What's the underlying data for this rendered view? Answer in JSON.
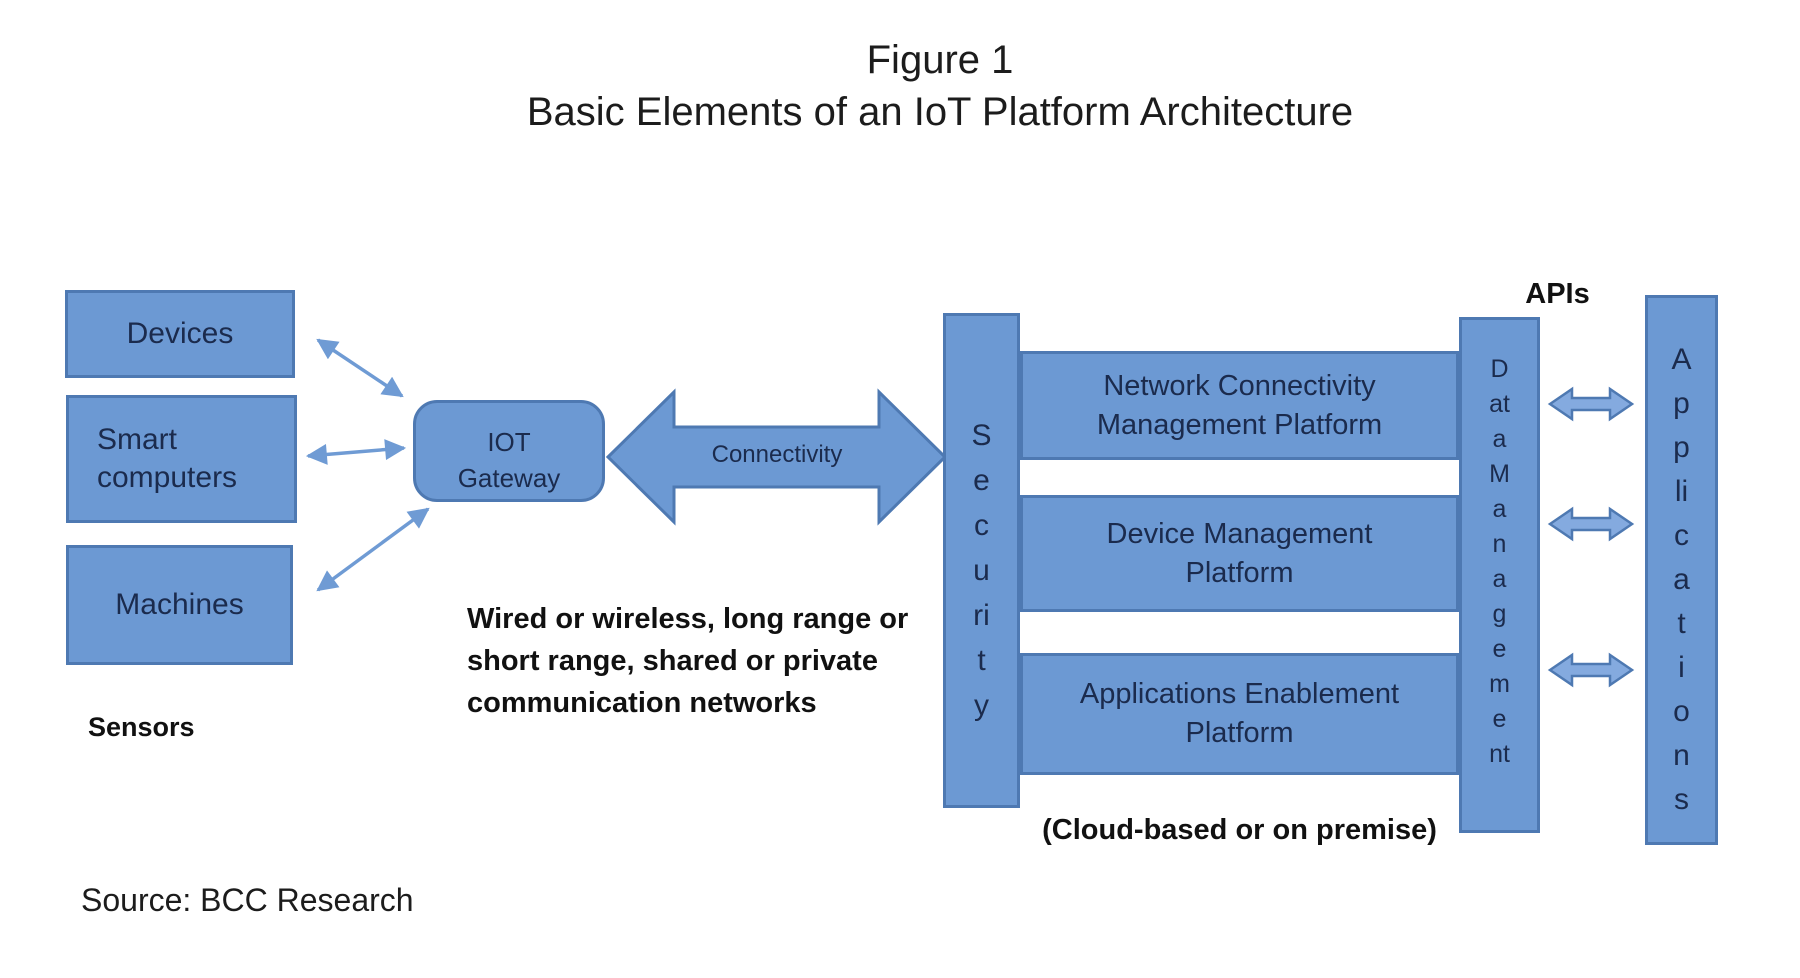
{
  "title": {
    "line1": "Figure 1",
    "line2": "Basic Elements of an IoT Platform Architecture"
  },
  "sensors": {
    "devices_label": "Devices",
    "smart_computers_lines": [
      "Smart",
      "computers"
    ],
    "machines_label": "Machines",
    "caption": "Sensors"
  },
  "gateway": {
    "lines": [
      "IOT",
      "Gateway"
    ]
  },
  "connectivity": {
    "label": "Connectivity",
    "description_lines": [
      "Wired or wireless, long range or",
      "short range, shared or private",
      "communication networks"
    ]
  },
  "security": {
    "word": "Security",
    "lines": [
      "S",
      "e",
      "c",
      "u",
      "ri",
      "t",
      "y"
    ]
  },
  "platforms": {
    "box1_lines": [
      "Network Connectivity",
      "Management Platform"
    ],
    "box2_lines": [
      "Device Management",
      "Platform"
    ],
    "box3_lines": [
      "Applications Enablement",
      "Platform"
    ],
    "caption": "(Cloud-based or on premise)"
  },
  "data_management": {
    "word": "Data Management",
    "lines": [
      "D",
      "at",
      "a",
      "M",
      "a",
      "n",
      "a",
      "g",
      "e",
      "m",
      "e",
      "nt"
    ]
  },
  "apis_label": "APIs",
  "applications": {
    "word": "Applications",
    "lines": [
      "A",
      "p",
      "p",
      "li",
      "c",
      "a",
      "t",
      "i",
      "o",
      "n",
      "s"
    ]
  },
  "source": "Source: BCC Research",
  "colors": {
    "box_fill": "#6C99D3",
    "box_border": "#4E79B2",
    "thin_arrow": "#6F9BD4",
    "double_arrow_fill": "#84AADF",
    "text_navy": "#1b2b4d",
    "label_black": "#111111"
  }
}
